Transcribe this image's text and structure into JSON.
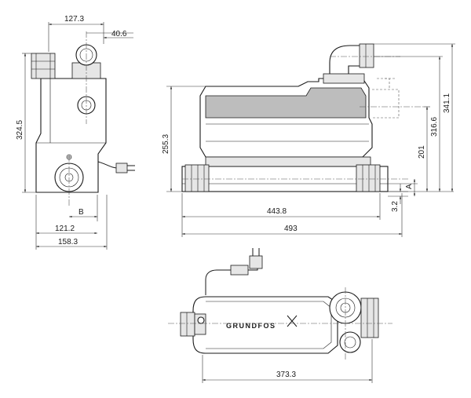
{
  "dimensions": {
    "side_top_width": "127.3",
    "side_offset": "40.6",
    "side_height": "324.5",
    "side_inner_width": "121.2",
    "side_width": "158.3",
    "side_label_b": "B",
    "front_height": "255.3",
    "front_inner_width": "443.8",
    "front_width": "493",
    "front_small": "3.2",
    "front_label_a": "A",
    "front_inlet_height": "201",
    "front_outlet_height": "316.6",
    "front_total_height": "341.1",
    "top_width": "373.3"
  },
  "brand": {
    "logo_text": "GRUNDFOS"
  }
}
